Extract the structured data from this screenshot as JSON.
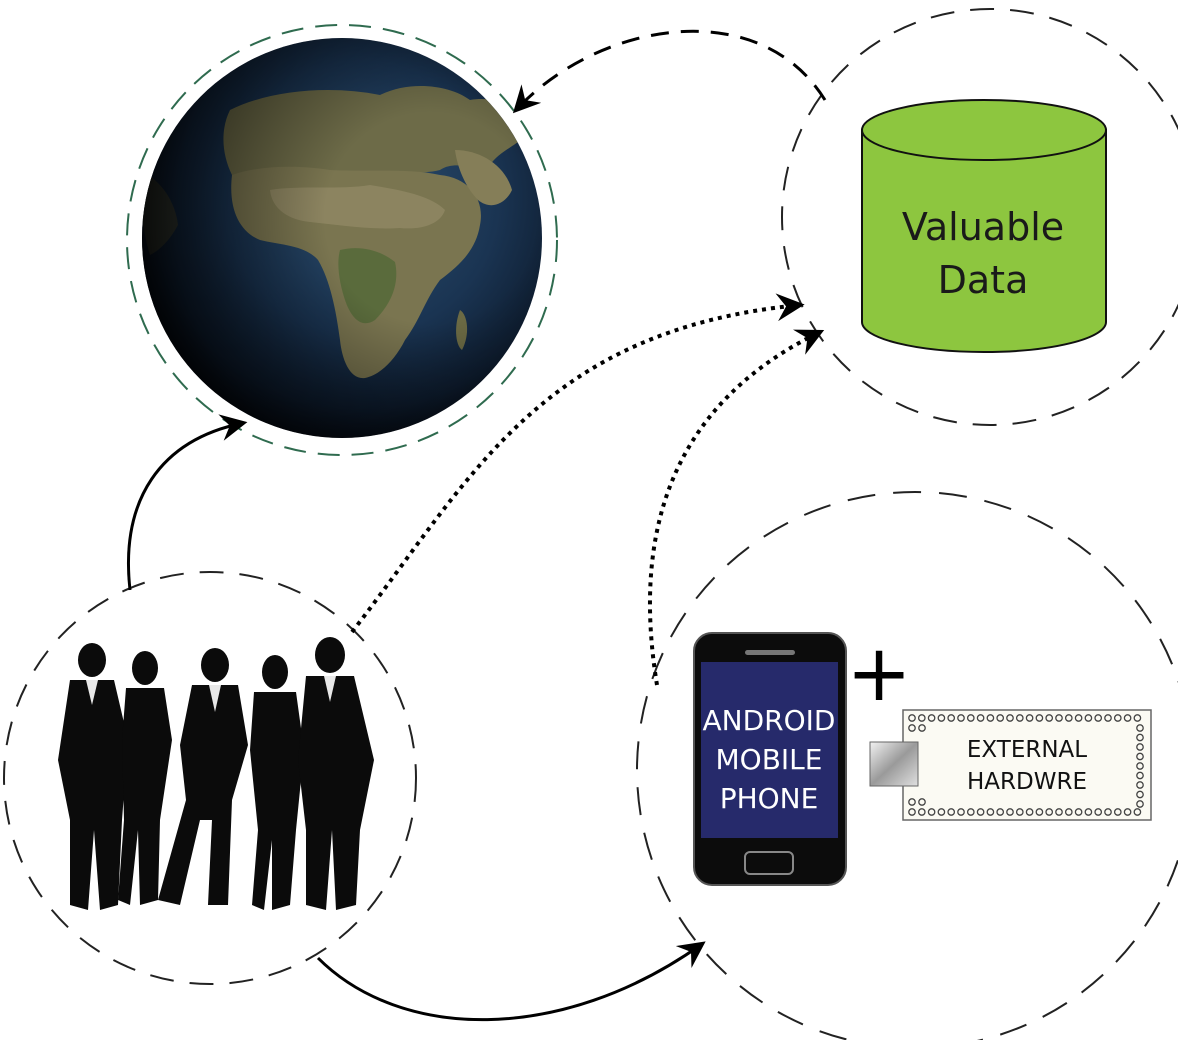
{
  "database": {
    "label_line1": "Valuable",
    "label_line2": "Data",
    "fill_color": "#8dc63f"
  },
  "phone": {
    "label_line1": "ANDROID",
    "label_line2": "MOBILE",
    "label_line3": "PHONE",
    "screen_color": "#262a6b"
  },
  "plus_sign": "+",
  "hardware": {
    "label_line1": "EXTERNAL",
    "label_line2": "HARDWRE"
  },
  "nodes": {
    "globe": "earth-globe-icon",
    "people": "business-people-silhouette-icon",
    "database": "database-cylinder-icon",
    "phone": "smartphone-icon",
    "hardware": "circuit-board-icon"
  }
}
